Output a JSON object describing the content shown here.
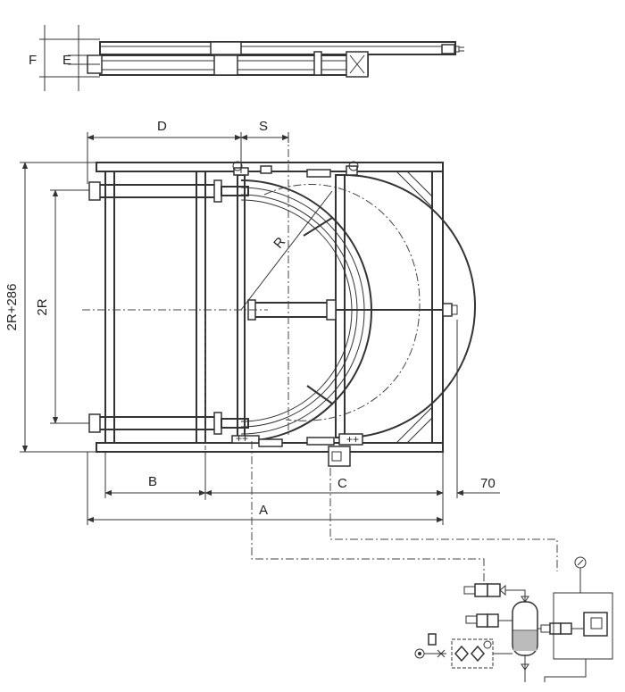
{
  "labels": {
    "F": "F",
    "E": "E",
    "D": "D",
    "S": "S",
    "R": "R",
    "height_total": "2R+286",
    "height_2r": "2R",
    "B": "B",
    "C": "C",
    "offset_70": "70",
    "A": "A"
  }
}
